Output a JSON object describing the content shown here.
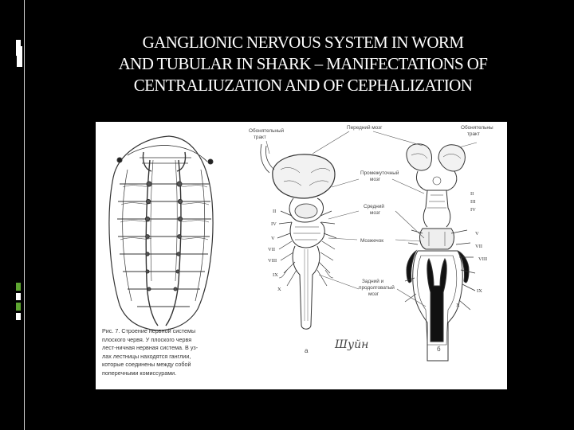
{
  "slide": {
    "title_lines": [
      "GANGLIONIC NERVOUS  SYSTEM IN WORM",
      "AND  TUBULAR IN SHARK – MANIFECTATIONS OF",
      "CENTRALIUZATION AND OF CEPHALIZATION"
    ],
    "colors": {
      "background": "#000000",
      "accent_green": "#5ea531",
      "rule": "#d6d6d6"
    }
  },
  "figure": {
    "labels": {
      "olfactory_tract_left": [
        "Обонятельный",
        "тракт"
      ],
      "hindbrain_top": "Передний мозг",
      "olfactory_tract_right": [
        "Обонятельны",
        "тракт"
      ],
      "midbrain_intermediate": [
        "Промежуточный",
        "мозг"
      ],
      "midbrain": [
        "Средний",
        "мозг"
      ],
      "cerebellum": "Мозжечок",
      "medulla": [
        "Задний и",
        "продолговатый",
        "мозг"
      ]
    },
    "letters": {
      "left_sub": "а",
      "right_sub": "б"
    },
    "signature": "Шуйн",
    "caption_lines": [
      "Рис. 7. Строение нервной системы",
      "плоского червя. У плоского червя",
      "лест-ничная нервная система. В уз-",
      "лах лестницы находятся ганглии,",
      "которые соединены между собой",
      "поперечными комиссурами."
    ],
    "nerve_numerals_left": [
      "II",
      "IV",
      "V",
      "VII",
      "VIII",
      "IX",
      "X"
    ],
    "nerve_numerals_right": [
      "II",
      "III",
      "IV",
      "V",
      "VII",
      "VIII",
      "IX",
      "X"
    ]
  }
}
